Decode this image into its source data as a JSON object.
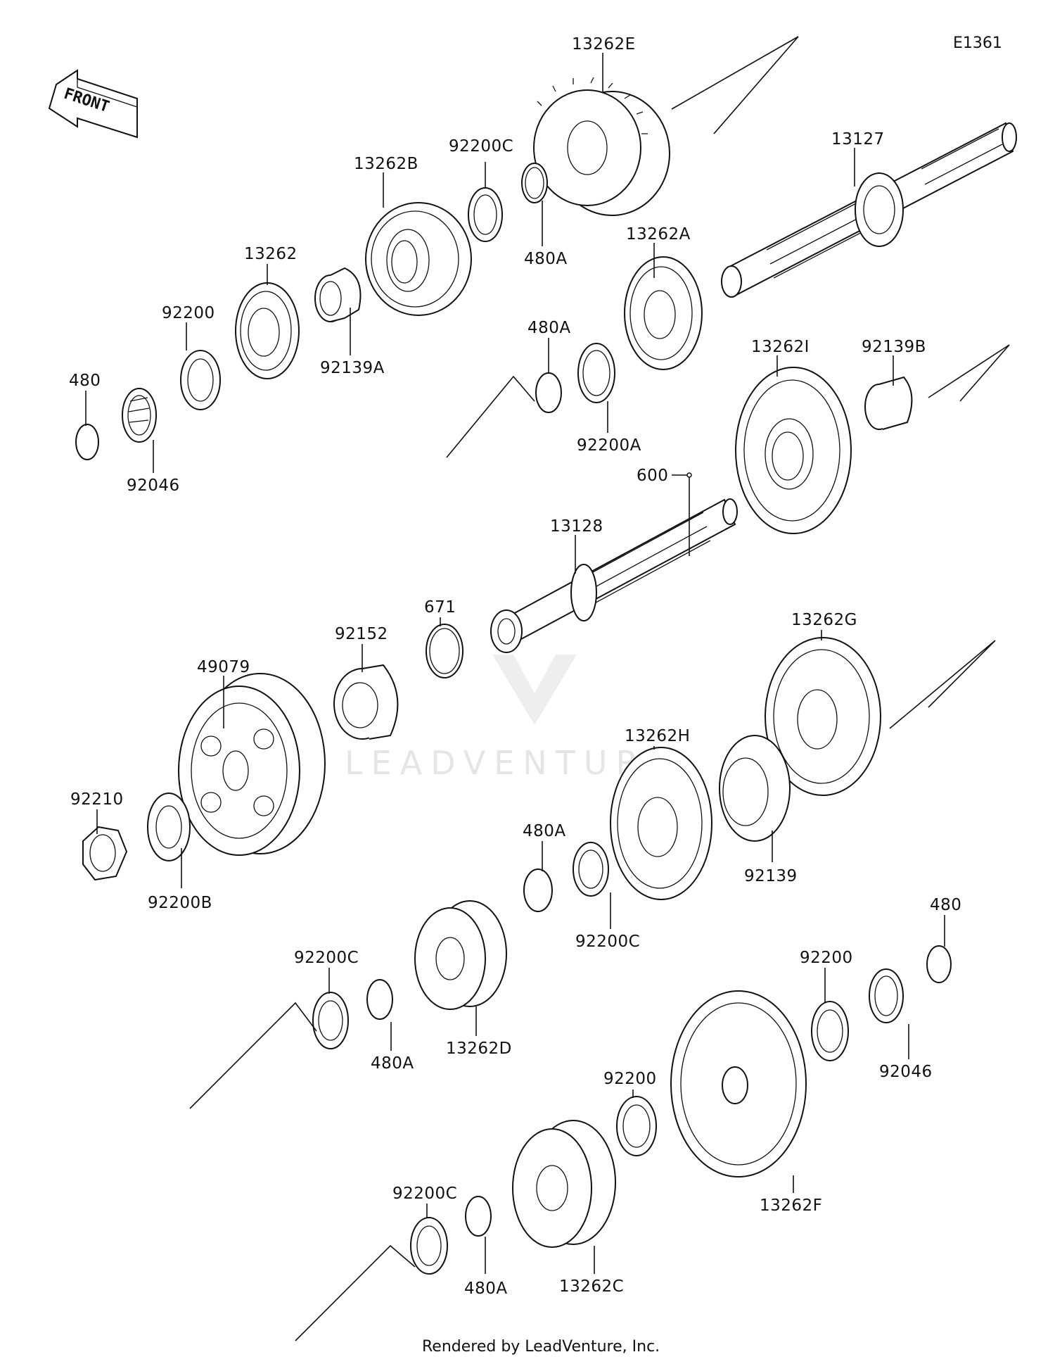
{
  "diagram_code": "E1361",
  "front_label": "FRONT",
  "watermark": "LEADVENTURE",
  "footer": "Rendered by LeadVenture, Inc.",
  "callouts": [
    {
      "id": "c-13262E",
      "text": "13262E"
    },
    {
      "id": "c-13127",
      "text": "13127"
    },
    {
      "id": "c-92200C-top",
      "text": "92200C"
    },
    {
      "id": "c-480A-top",
      "text": "480A"
    },
    {
      "id": "c-13262B",
      "text": "13262B"
    },
    {
      "id": "c-13262",
      "text": "13262"
    },
    {
      "id": "c-92139A",
      "text": "92139A"
    },
    {
      "id": "c-13262A",
      "text": "13262A"
    },
    {
      "id": "c-92200",
      "text": "92200"
    },
    {
      "id": "c-480",
      "text": "480"
    },
    {
      "id": "c-92046",
      "text": "92046"
    },
    {
      "id": "c-480A-mid",
      "text": "480A"
    },
    {
      "id": "c-92200A",
      "text": "92200A"
    },
    {
      "id": "c-13262I",
      "text": "13262I"
    },
    {
      "id": "c-92139B",
      "text": "92139B"
    },
    {
      "id": "c-600",
      "text": "600"
    },
    {
      "id": "c-13128",
      "text": "13128"
    },
    {
      "id": "c-671",
      "text": "671"
    },
    {
      "id": "c-92152",
      "text": "92152"
    },
    {
      "id": "c-49079",
      "text": "49079"
    },
    {
      "id": "c-13262G",
      "text": "13262G"
    },
    {
      "id": "c-13262H",
      "text": "13262H"
    },
    {
      "id": "c-92210",
      "text": "92210"
    },
    {
      "id": "c-92200B",
      "text": "92200B"
    },
    {
      "id": "c-480A-low",
      "text": "480A"
    },
    {
      "id": "c-92200C-low",
      "text": "92200C"
    },
    {
      "id": "c-92139",
      "text": "92139"
    },
    {
      "id": "c-480-right",
      "text": "480"
    },
    {
      "id": "c-92200-right",
      "text": "92200"
    },
    {
      "id": "c-92200C-left",
      "text": "92200C"
    },
    {
      "id": "c-480A-left",
      "text": "480A"
    },
    {
      "id": "c-13262D",
      "text": "13262D"
    },
    {
      "id": "c-92046-right",
      "text": "92046"
    },
    {
      "id": "c-92200-bottom",
      "text": "92200"
    },
    {
      "id": "c-92200C-bottom",
      "text": "92200C"
    },
    {
      "id": "c-480A-bottom",
      "text": "480A"
    },
    {
      "id": "c-13262C",
      "text": "13262C"
    },
    {
      "id": "c-13262F",
      "text": "13262F"
    }
  ]
}
